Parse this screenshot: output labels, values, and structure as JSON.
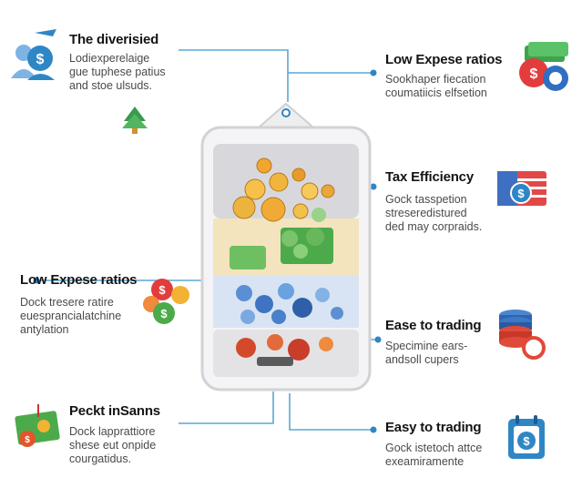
{
  "features": [
    {
      "id": "f1",
      "title": "The diverisied",
      "lines": [
        "Lodiexperelaige",
        "gue tuphese patius",
        "and stoe ulsuds."
      ]
    },
    {
      "id": "f2",
      "title": "Low Expese ratios",
      "lines": [
        "Sookhaper fiecation",
        "coumatiicis elfsetion"
      ]
    },
    {
      "id": "f3",
      "title": "Tax Efficiency",
      "lines": [
        "Gock tasspetion",
        "streseredistured",
        "ded may corpraids."
      ]
    },
    {
      "id": "f4",
      "title": "Low Expese ratios",
      "lines": [
        "Dock tresere ratire",
        "euesprancialatchine",
        "antylation"
      ]
    },
    {
      "id": "f5",
      "title": "Ease to trading",
      "lines": [
        "Specimine ears-",
        "andsoll cupers"
      ]
    },
    {
      "id": "f6",
      "title": "Peckt inSanns",
      "lines": [
        "Dock lapprattiore",
        "shese eut onpide",
        "courgatidus."
      ]
    },
    {
      "id": "f7",
      "title": "Easy to trading",
      "lines": [
        "Gock istetoch attce",
        "exeamiramente"
      ]
    }
  ],
  "icons": {
    "f1": "investor-plane-icon",
    "f2": "money-coins-icon",
    "f3": "document-coin-icon",
    "f4": "colored-coins-icon",
    "f5": "coin-stack-icon",
    "f6": "money-map-icon",
    "f7": "calendar-dollar-icon",
    "deco": "tree-icon"
  },
  "colors": {
    "connector": "#5aa7d6",
    "accent": "#2f86c5",
    "jar": "#d9d9de",
    "layer1": "#d8d8dc",
    "layer2": "#f3e4bd",
    "layer3": "#d8e4f3",
    "layer4": "#e3e3e6"
  }
}
